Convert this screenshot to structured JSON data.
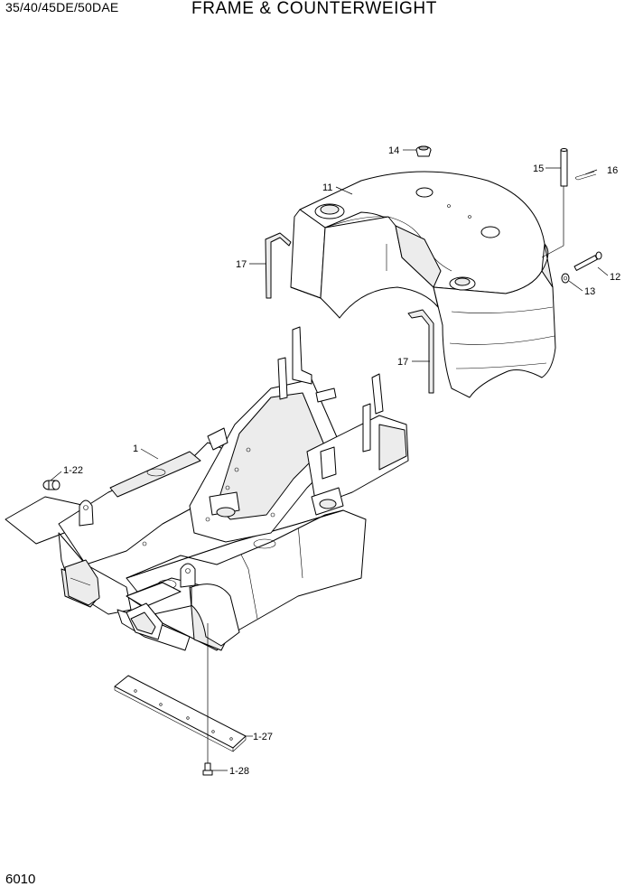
{
  "header": {
    "model": "35/40/45DE/50DAE",
    "title": "FRAME & COUNTERWEIGHT"
  },
  "footer": {
    "page_number": "6010"
  },
  "callouts": {
    "c14": "14",
    "c15": "15",
    "c16": "16",
    "c11": "11",
    "c17a": "17",
    "c12": "12",
    "c13": "13",
    "c17b": "17",
    "c1": "1",
    "c1_22": "1-22",
    "c1_27": "1-27",
    "c1_28": "1-28"
  }
}
